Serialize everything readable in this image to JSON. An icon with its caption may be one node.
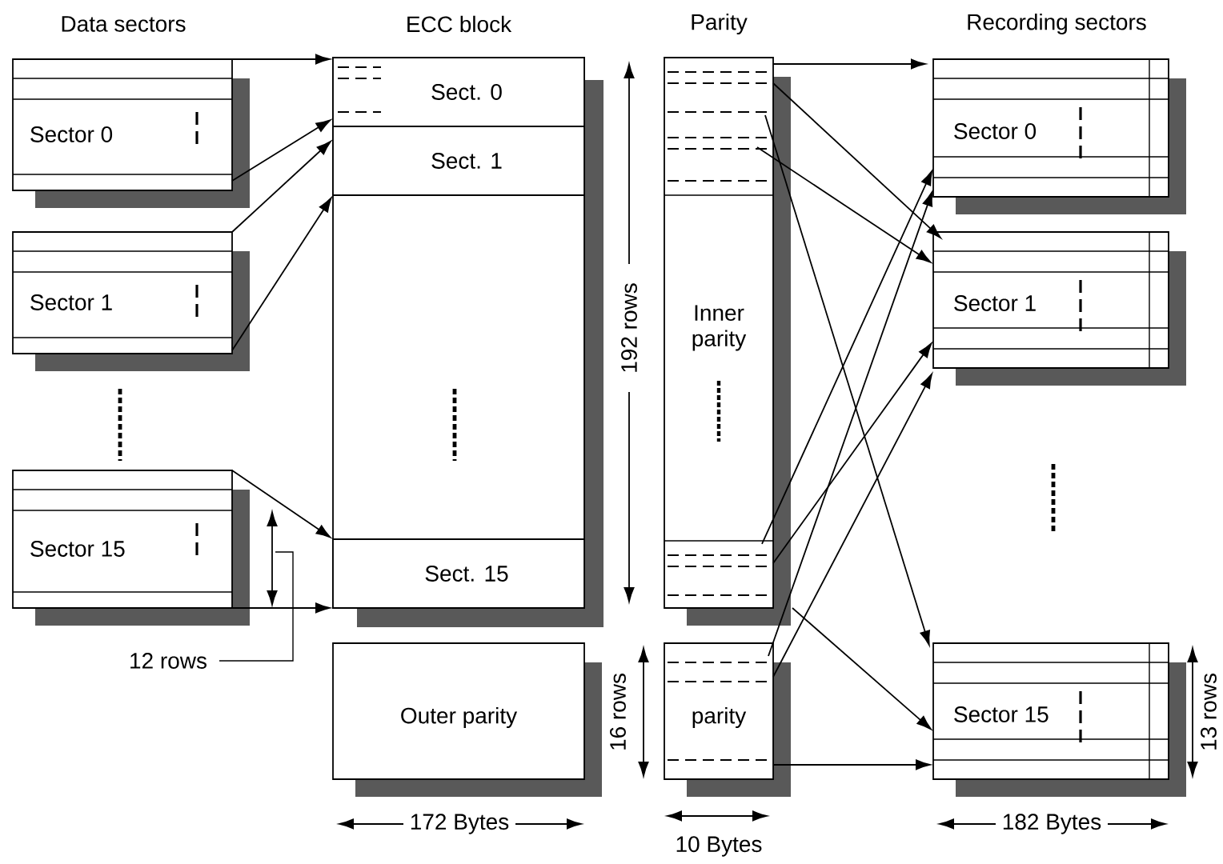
{
  "diagram": {
    "nodes": [
      {
        "text": [
          "Sector 0"
        ]
      },
      {
        "text": [
          "Sector 1"
        ]
      },
      {
        "text": [
          "Sector 15"
        ]
      },
      {
        "text": [
          "ECC block"
        ]
      },
      {
        "text": [
          "Sect. 0"
        ],
        "in": 3
      },
      {
        "text": [
          "Sect. 1"
        ],
        "in": 3
      },
      {
        "text": [
          "Sect. 15"
        ],
        "in": 3
      },
      {
        "text": [
          "Outer parity"
        ]
      },
      {
        "text": [
          "Inner parity"
        ]
      },
      {
        "text": [
          "parity"
        ]
      },
      {
        "text": [
          "Sector 0"
        ]
      },
      {
        "text": [
          "Sector 1"
        ]
      },
      {
        "text": [
          "Sector 15"
        ]
      },
      {
        "text": [
          "12 rows"
        ]
      }
    ],
    "edges": [
      {
        "from": 0,
        "to": 4,
        "arrow": "to"
      },
      {
        "from": 0,
        "to": 4,
        "arrow": "to"
      },
      {
        "from": 1,
        "to": 5,
        "arrow": "to"
      },
      {
        "from": 1,
        "to": 5,
        "arrow": "to"
      },
      {
        "from": 2,
        "to": 6,
        "arrow": "to"
      },
      {
        "from": 2,
        "to": 6,
        "arrow": "to"
      },
      {
        "from": 8,
        "to": 10,
        "arrow": "to"
      },
      {
        "from": 8,
        "to": 11,
        "arrow": "to"
      },
      {
        "from": 8,
        "to": 12,
        "arrow": "to"
      },
      {
        "from": 8,
        "to": 11,
        "arrow": "to"
      },
      {
        "from": 8,
        "to": 10,
        "arrow": "to"
      },
      {
        "from": 8,
        "to": 11,
        "arrow": "to"
      },
      {
        "from": 9,
        "to": 10,
        "arrow": "to"
      },
      {
        "from": 9,
        "to": 11,
        "arrow": "to"
      },
      {
        "from": 8,
        "to": 12,
        "arrow": "to"
      },
      {
        "from": 9,
        "to": 12,
        "arrow": "to"
      },
      {
        "from": 13,
        "to": null,
        "arrow": "none"
      }
    ],
    "labels": [
      "Data sectors",
      "Parity",
      "Recording sectors",
      "192 rows",
      "16 rows",
      "13 rows",
      "172 Bytes",
      "10 Bytes",
      "182 Bytes"
    ]
  }
}
